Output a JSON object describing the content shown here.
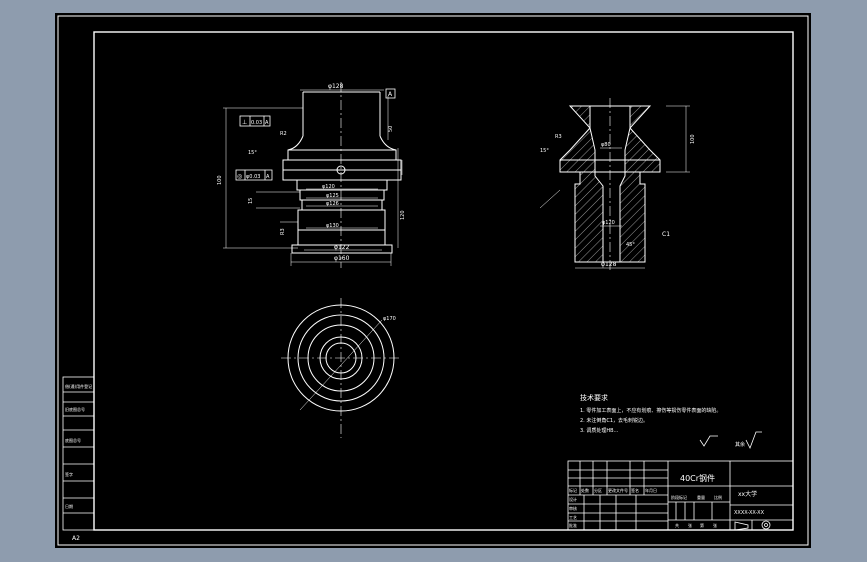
{
  "material": "40Cr钢件",
  "sheet_size": "A2",
  "tech_requirements": {
    "heading": "技术要求",
    "items": [
      "1. 零件加工表面上，不应有划痕、擦伤等损伤零件表面的缺陷。",
      "2. 未注倒角C1，去毛刺锐边。",
      "3. 调质处理HB..."
    ]
  },
  "roughness_note": "其余",
  "datum": "A",
  "front_view": {
    "dims": [
      "φ128",
      "φ160",
      "φ122",
      "φ120",
      "φ125",
      "φ126",
      "φ130",
      "100",
      "15",
      "50",
      "120",
      "R2",
      "R3",
      "15°"
    ],
    "tolerance_frames": [
      {
        "symbol": "⊥",
        "value": "0.03",
        "datum": "A"
      },
      {
        "symbol": "◎",
        "value": "φ0.03",
        "datum": "A"
      }
    ]
  },
  "section_view": {
    "dims": [
      "φ128",
      "φ80",
      "φ120",
      "100",
      "C1",
      "45°",
      "R3",
      "15°"
    ]
  },
  "top_view": {
    "dims": [
      "φ170"
    ]
  },
  "title_block": {
    "company": "xx大学",
    "drawing_no": "XXXX-XX-XX",
    "row_labels": [
      "标记",
      "处数",
      "分区",
      "更改文件号",
      "签名",
      "年月日"
    ],
    "col_labels": [
      "设计",
      "审核",
      "工艺",
      "批准"
    ],
    "scale_labels": [
      "阶段标记",
      "重量",
      "比例"
    ],
    "sheet_labels": [
      "共",
      "张",
      "第",
      "张"
    ]
  },
  "left_strip": {
    "labels": [
      "借(通)用件登记",
      "旧底图总号",
      "底图总号",
      "签字",
      "日期"
    ]
  }
}
